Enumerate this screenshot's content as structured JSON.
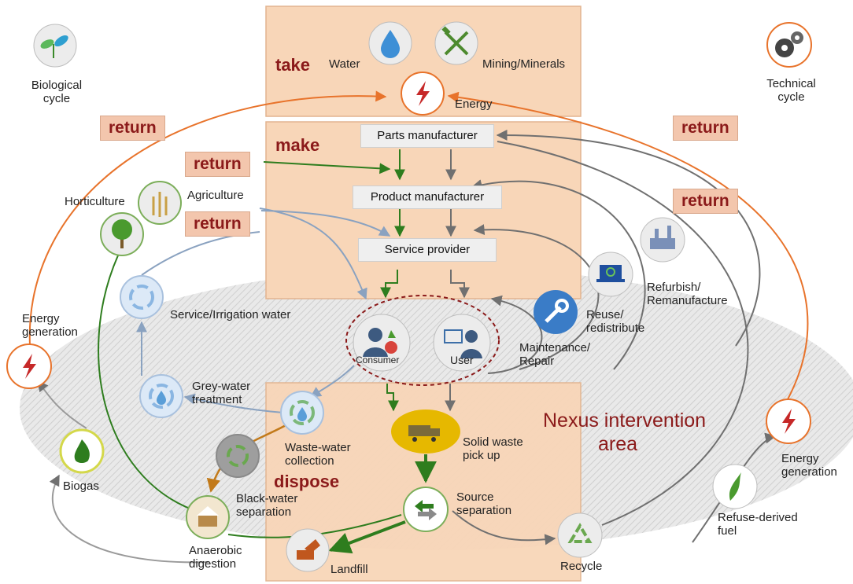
{
  "stages": {
    "take": "take",
    "make": "make",
    "dispose": "dispose"
  },
  "return_label": "return",
  "cycles": {
    "biological": [
      "Biological",
      "cycle"
    ],
    "technical": [
      "Technical",
      "cycle"
    ]
  },
  "resources": {
    "water": "Water",
    "mining": "Mining/Minerals",
    "energy": "Energy"
  },
  "processes": {
    "parts": "Parts manufacturer",
    "product": "Product manufacturer",
    "service": "Service provider"
  },
  "actors": {
    "consumer": "Consumer",
    "user": "User"
  },
  "bio_nodes": {
    "horticulture": "Horticulture",
    "agriculture": "Agriculture",
    "irrigation": "Service/Irrigation water",
    "energy_left": [
      "Energy",
      "generation"
    ],
    "greywater": [
      "Grey-water",
      "treatment"
    ],
    "wastewater": [
      "Waste-water",
      "collection"
    ],
    "blackwater": [
      "Black-water",
      "separation"
    ],
    "biogas": "Biogas",
    "anaerobic": [
      "Anaerobic",
      "digestion"
    ],
    "landfill": "Landfill"
  },
  "tech_nodes": {
    "refurbish": [
      "Refurbish/",
      "Remanufacture"
    ],
    "reuse": [
      "Reuse/",
      "redistribute"
    ],
    "maintenance": [
      "Maintenance/",
      "Repair"
    ],
    "solidwaste": [
      "Solid waste",
      "pick up"
    ],
    "source_sep": [
      "Source",
      "separation"
    ],
    "recycle": "Recycle",
    "rdf": [
      "Refuse-derived",
      "fuel"
    ],
    "energy_right": [
      "Energy",
      "generation"
    ]
  },
  "nexus": [
    "Nexus intervention",
    "area"
  ],
  "colors": {
    "panel": "#f8d6b8",
    "stage_text": "#8b1a1a",
    "return_fill": "#f3c6ad",
    "bio_arrow": "#2e7d1e",
    "tech_arrow": "#707070",
    "orange_arrow": "#e8732b",
    "blue_arrow": "#8aa2c0",
    "energy_red": "#c62828",
    "truck_yellow": "#e6b800"
  },
  "icons": {
    "biological": "leaf-icon",
    "technical": "gears-icon",
    "water": "water-drop-icon",
    "mining": "hammer-pick-icon",
    "energy": "lightning-icon",
    "agriculture": "wheat-icon",
    "horticulture": "tree-icon",
    "water_cycle": "water-cycle-icon",
    "recycle": "recycle-icon",
    "truck": "truck-icon",
    "landfill": "dump-truck-icon",
    "biogas": "flame-icon",
    "laptop": "laptop-icon",
    "wrench": "wrench-icon",
    "factory": "factory-icon",
    "separation": "swap-arrows-icon",
    "rdf": "rdf-icon",
    "anaerobic": "digester-icon"
  }
}
